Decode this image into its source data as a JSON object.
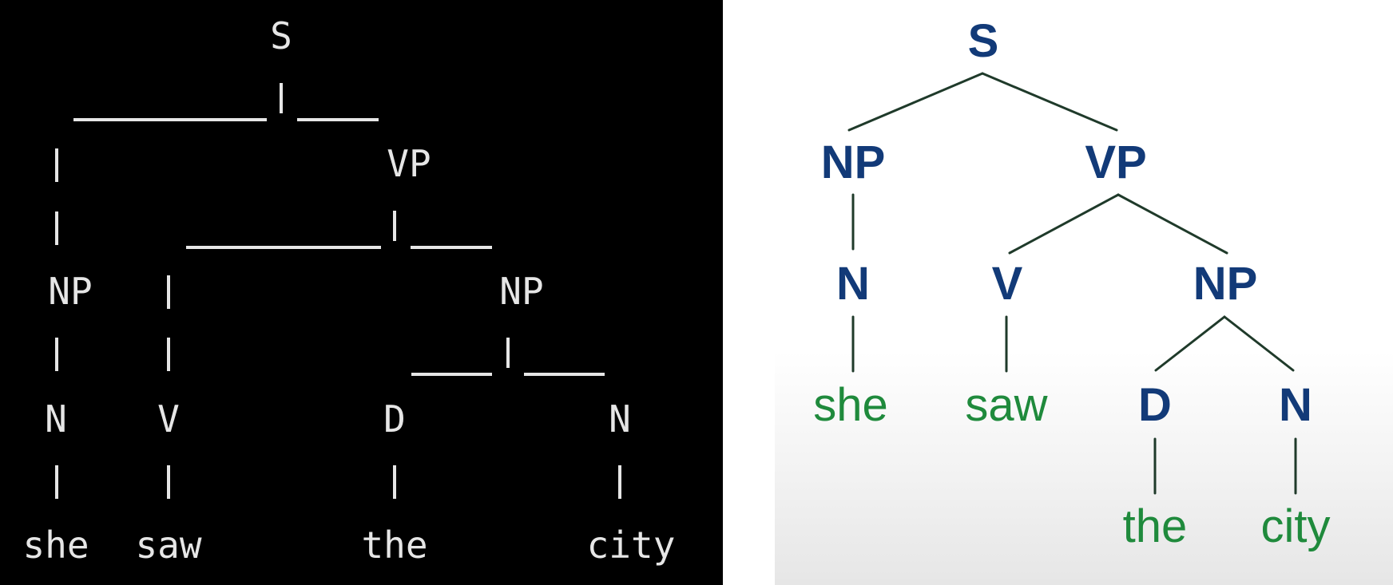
{
  "ascii_tree": {
    "labels": {
      "s": "S",
      "vp": "VP",
      "np_subj": "NP",
      "np_obj": "NP",
      "n_subj": "N",
      "v": "V",
      "d": "D",
      "n_obj": "N",
      "w_she": "she",
      "w_saw": "saw",
      "w_the": "the",
      "w_city": "city"
    },
    "colors": {
      "background": "#000000",
      "text": "#e6e6e6"
    }
  },
  "rendered_tree": {
    "labels": {
      "s": "S",
      "np_subj": "NP",
      "vp": "VP",
      "n_subj": "N",
      "v": "V",
      "np_obj": "NP",
      "w_she": "she",
      "w_saw": "saw",
      "d": "D",
      "n_obj": "N",
      "w_the": "the",
      "w_city": "city"
    },
    "colors": {
      "nonterminal": "#123a78",
      "terminal": "#1f8a3c",
      "edge": "#1f3a2a"
    }
  }
}
